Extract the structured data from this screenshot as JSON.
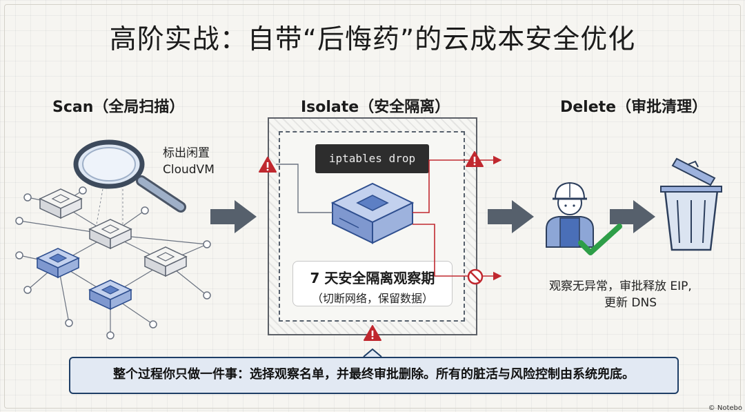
{
  "title": "高阶实战：自带“后悔药”的云成本安全优化",
  "stages": {
    "scan": {
      "title": "Scan（全局扫描）",
      "note_line1": "标出闲置",
      "note_line2": "CloudVM"
    },
    "isolate": {
      "title": "Isolate（安全隔离）",
      "command": "iptables drop",
      "period": "7 天安全隔离观察期",
      "period_detail": "（切断网络，保留数据）"
    },
    "delete": {
      "title": "Delete（审批清理）",
      "note_line1": "观察无异常，审批释放 EIP,",
      "note_line2": "更新 DNS"
    }
  },
  "summary": "整个过程你只做一件事：选择观察名单，并最终审批删除。所有的脏活与风险控制由系统兜底。",
  "copyright": "© Notebo",
  "colors": {
    "accent_blue": "#4a6fb8",
    "warning_red": "#c0282f",
    "arrow_gray": "#56606c",
    "check_green": "#2e9e48",
    "summary_border": "#1e3e66"
  },
  "icons": [
    "magnifier-icon",
    "server-icon",
    "warning-icon",
    "no-entry-icon",
    "worker-icon",
    "check-icon",
    "trash-can-icon",
    "arrow-icon"
  ]
}
